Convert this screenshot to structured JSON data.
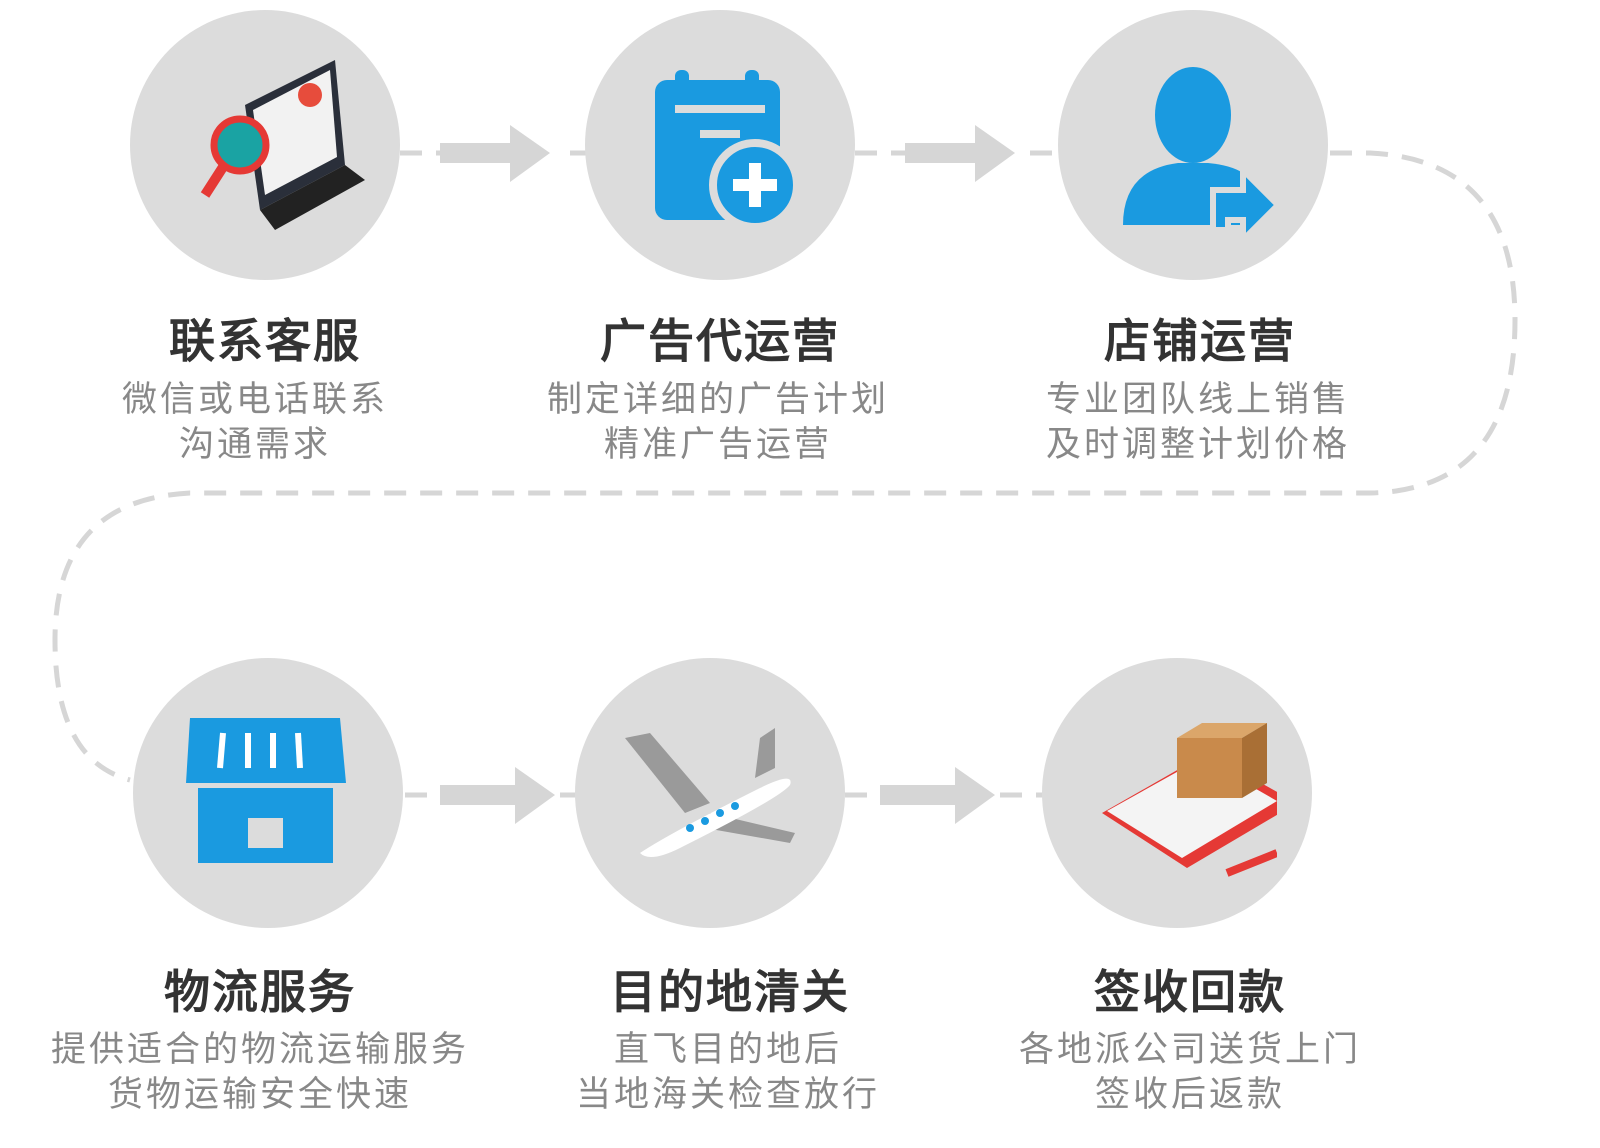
{
  "steps": [
    {
      "icon": "laptop-search-icon",
      "title": "联系客服",
      "lines": [
        "微信或电话联系",
        "沟通需求"
      ]
    },
    {
      "icon": "calendar-plus-icon",
      "title": "广告代运营",
      "lines": [
        "制定详细的广告计划",
        "精准广告运营"
      ]
    },
    {
      "icon": "user-arrow-icon",
      "title": "店铺运营",
      "lines": [
        "专业团队线上销售",
        "及时调整计划价格"
      ]
    },
    {
      "icon": "storefront-icon",
      "title": "物流服务",
      "lines": [
        "提供适合的物流运输服务",
        "货物运输安全快速"
      ]
    },
    {
      "icon": "airplane-icon",
      "title": "目的地清关",
      "lines": [
        "直飞目的地后",
        "当地海关检查放行"
      ]
    },
    {
      "icon": "package-signing-icon",
      "title": "签收回款",
      "lines": [
        "各地派公司送货上门",
        "签收后返款"
      ]
    }
  ],
  "colors": {
    "circle": "#dcdcdc",
    "icon_blue": "#1a9ae0",
    "connector": "#d6d6d6",
    "title": "#333333",
    "subtitle": "#888888"
  }
}
